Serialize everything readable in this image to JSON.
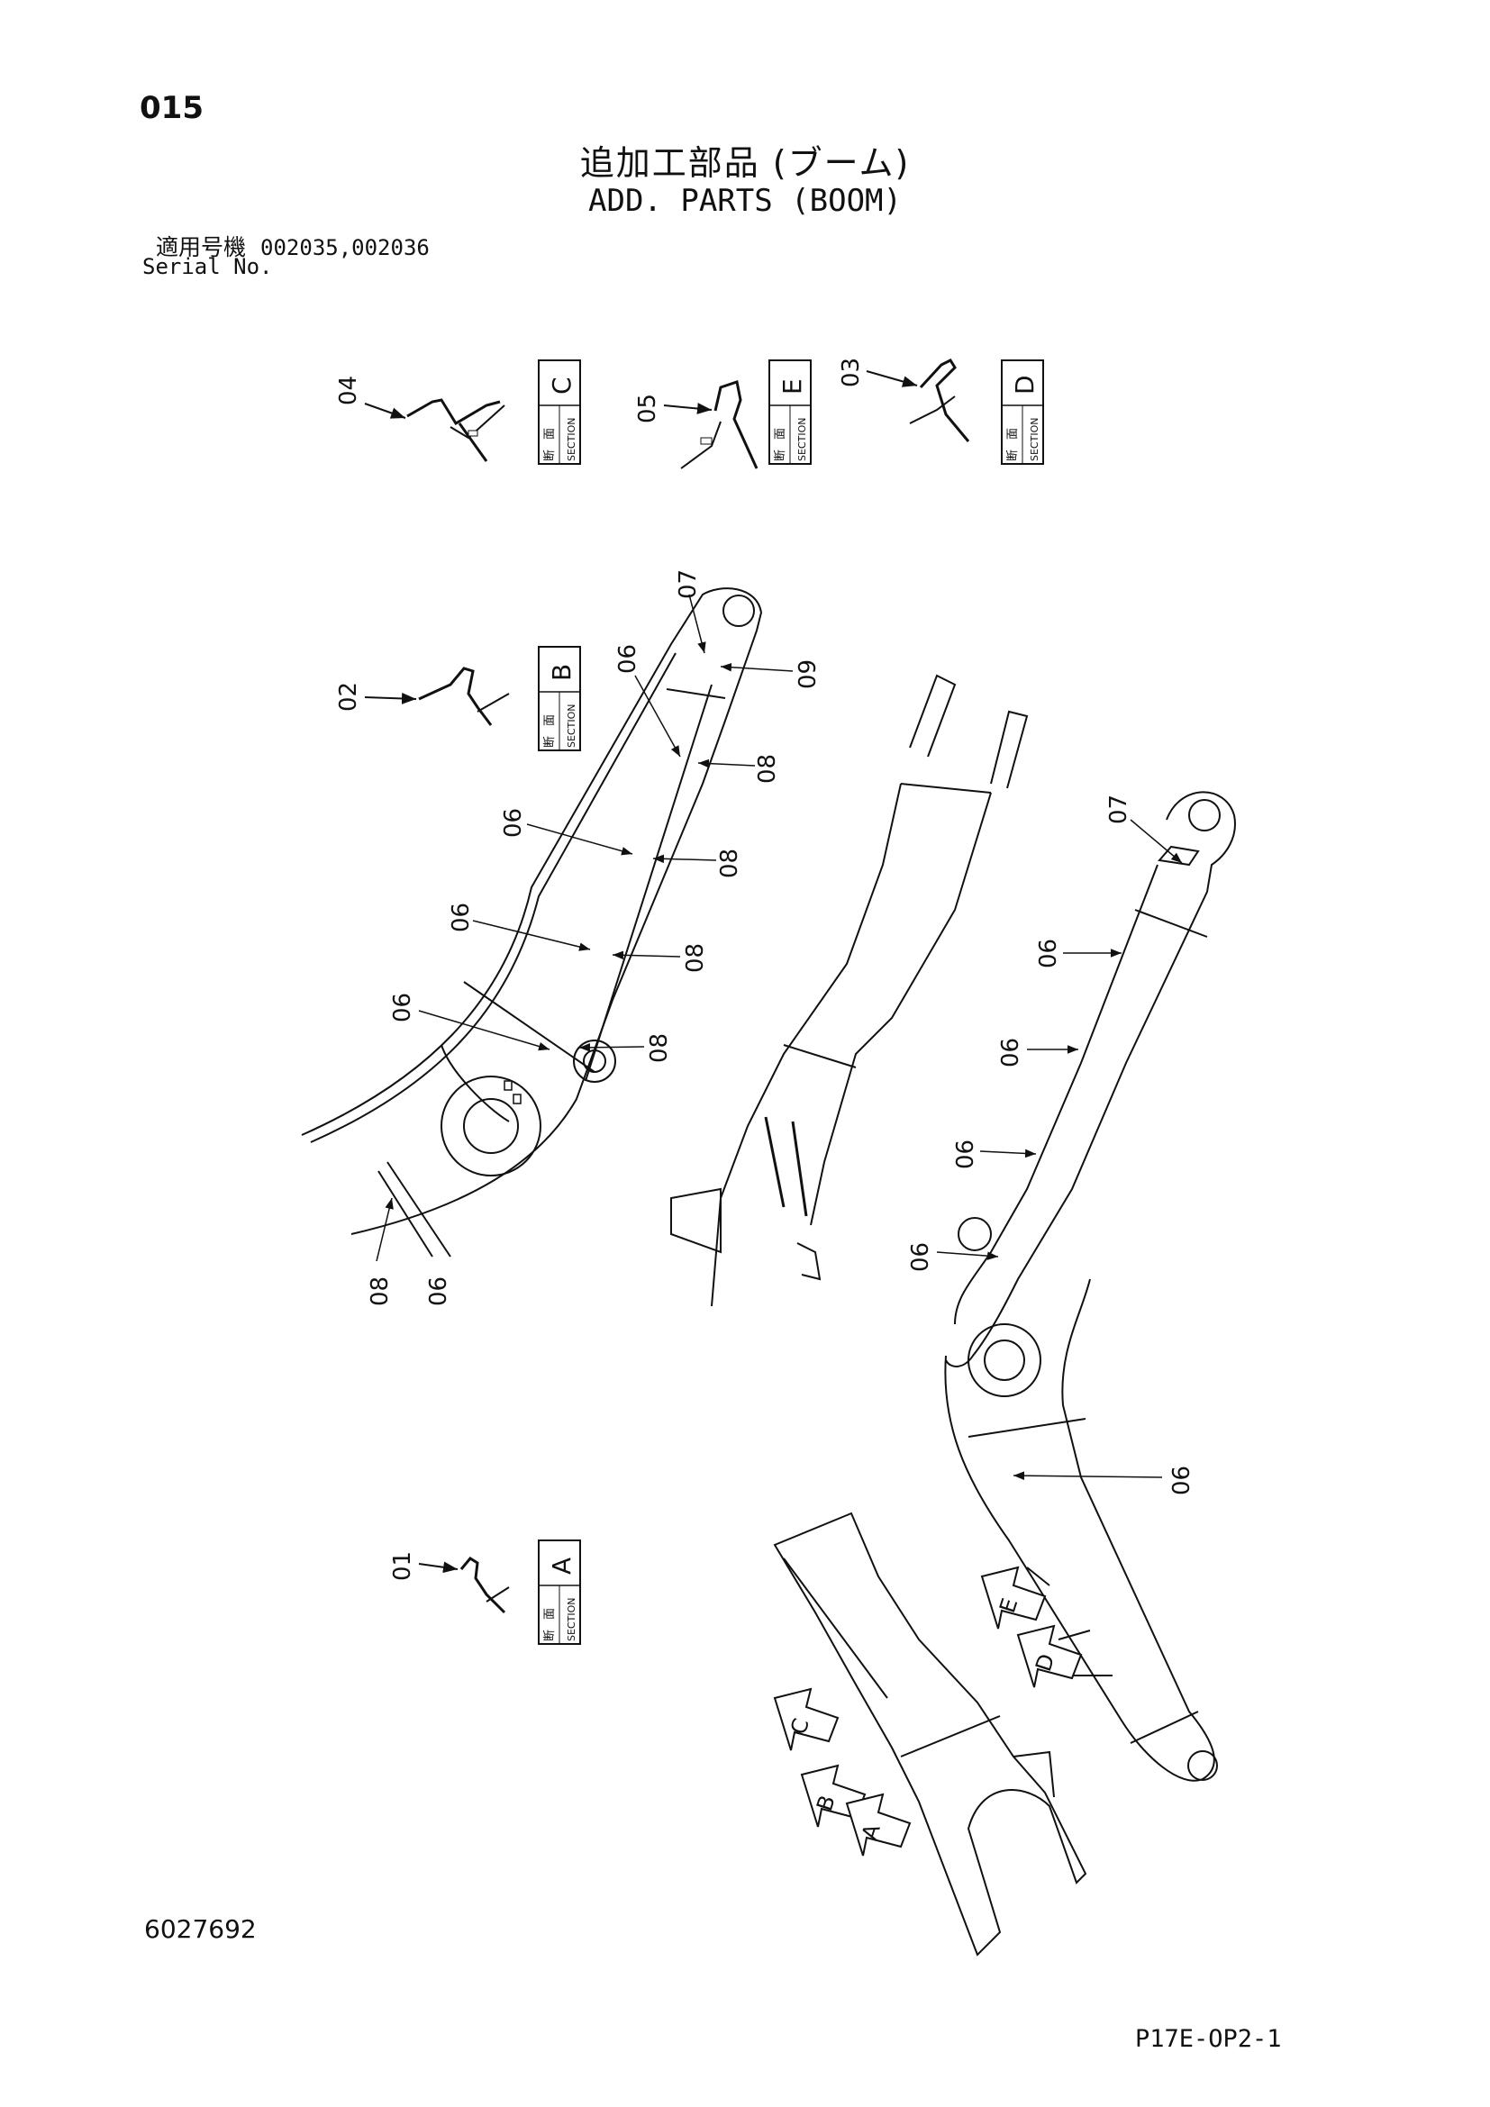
{
  "header": {
    "page_number": "015",
    "title_jp": "追加工部品 (ブーム)",
    "title_en": "ADD. PARTS (BOOM)",
    "serial_label_jp": "適用号機",
    "serial_numbers": "002035,002036",
    "serial_label_en": "Serial No."
  },
  "footer": {
    "doc_number": "6027692",
    "page_code": "P17E-OP2-1"
  },
  "section_box": {
    "jp_1": "断",
    "jp_2": "面",
    "en": "SECTION"
  },
  "sections": {
    "a": {
      "letter": "A",
      "part": "01"
    },
    "b": {
      "letter": "B",
      "part": "02"
    },
    "c": {
      "letter": "C",
      "part": "04"
    },
    "d": {
      "letter": "D",
      "part": "03"
    },
    "e": {
      "letter": "E",
      "part": "05"
    }
  },
  "callouts": {
    "p06": "06",
    "p07": "07",
    "p08": "08",
    "p09": "09"
  },
  "arrows": [
    "E",
    "D",
    "C",
    "B",
    "A"
  ]
}
